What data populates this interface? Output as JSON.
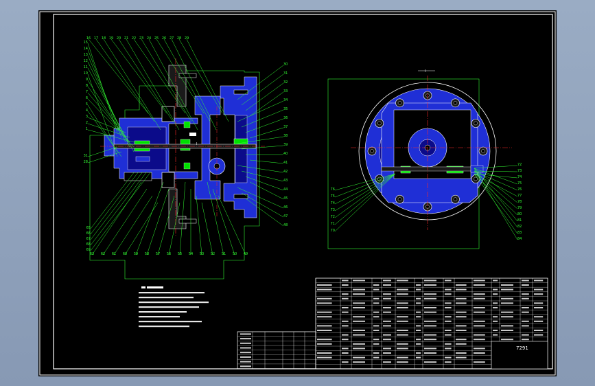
{
  "sheet": {
    "background": "#000000",
    "frame_color": "#ffffff",
    "leader_color": "#33ff33",
    "section_fill": "#1f2fd6",
    "hatch_color": "#0b0b8a",
    "centerline_color": "#ff2a2a",
    "part_color": "#ffffff"
  },
  "balloons": {
    "top": [
      "16",
      "17",
      "18",
      "19",
      "20",
      "21",
      "22",
      "23",
      "24",
      "25",
      "26",
      "27",
      "28",
      "29"
    ],
    "left": [
      "15",
      "14",
      "13",
      "12",
      "11",
      "10",
      "9",
      "8",
      "7",
      "6",
      "5",
      "4",
      "3",
      "2",
      "1",
      "31",
      "28"
    ],
    "right": [
      "30",
      "31",
      "32",
      "33",
      "34",
      "35",
      "36",
      "37",
      "38",
      "39",
      "40",
      "41",
      "42",
      "43",
      "44",
      "45",
      "46",
      "47",
      "48"
    ],
    "bottom": [
      "63",
      "62",
      "61",
      "60",
      "59",
      "58",
      "57",
      "56",
      "55",
      "54",
      "53",
      "52",
      "51",
      "50",
      "49"
    ],
    "lower_left": [
      "65",
      "66",
      "67",
      "68",
      "69"
    ],
    "side_right": [
      "72",
      "73",
      "74",
      "75",
      "76",
      "77",
      "78",
      "79",
      "80",
      "81",
      "82",
      "83",
      "84"
    ],
    "side_left": [
      "76",
      "75",
      "74",
      "73",
      "72",
      "71",
      "70"
    ]
  },
  "views": {
    "section_center_mark": "I",
    "side_top_mark": "I"
  },
  "title_block": {
    "title": "7291"
  }
}
